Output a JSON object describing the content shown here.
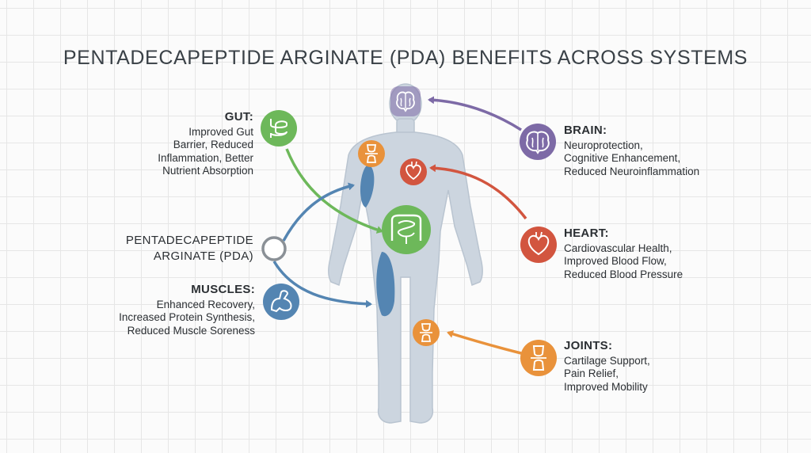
{
  "title": "PENTADECAPEPTIDE ARGINATE (PDA) BENEFITS ACROSS SYSTEMS",
  "center": {
    "label": "PENTADECAPEPTIDE\nARGINATE (PDA)"
  },
  "colors": {
    "gut": "#6db85a",
    "brain": "#7d6aa6",
    "heart": "#d2553f",
    "muscles": "#5485b2",
    "joints": "#e9923b",
    "body": "#ccd5df"
  },
  "systems": {
    "gut": {
      "heading": "GUT:",
      "text": "Improved Gut\nBarrier, Reduced\nInflammation, Better\nNutrient Absorption",
      "icon": "intestine-icon"
    },
    "muscles": {
      "heading": "MUSCLES:",
      "text": "Enhanced Recovery,\nIncreased Protein Synthesis,\nReduced Muscle Soreness",
      "icon": "flexed-arm-icon"
    },
    "brain": {
      "heading": "BRAIN:",
      "text": "Neuroprotection,\nCognitive Enhancement,\nReduced Neuroinflammation",
      "icon": "brain-icon"
    },
    "heart": {
      "heading": "HEART:",
      "text": "Cardiovascular Health,\nImproved Blood Flow,\nReduced Blood Pressure",
      "icon": "heart-icon"
    },
    "joints": {
      "heading": "JOINTS:",
      "text": "Cartilage Support,\nPain Relief,\nImproved Mobility",
      "icon": "knee-joint-icon"
    }
  }
}
